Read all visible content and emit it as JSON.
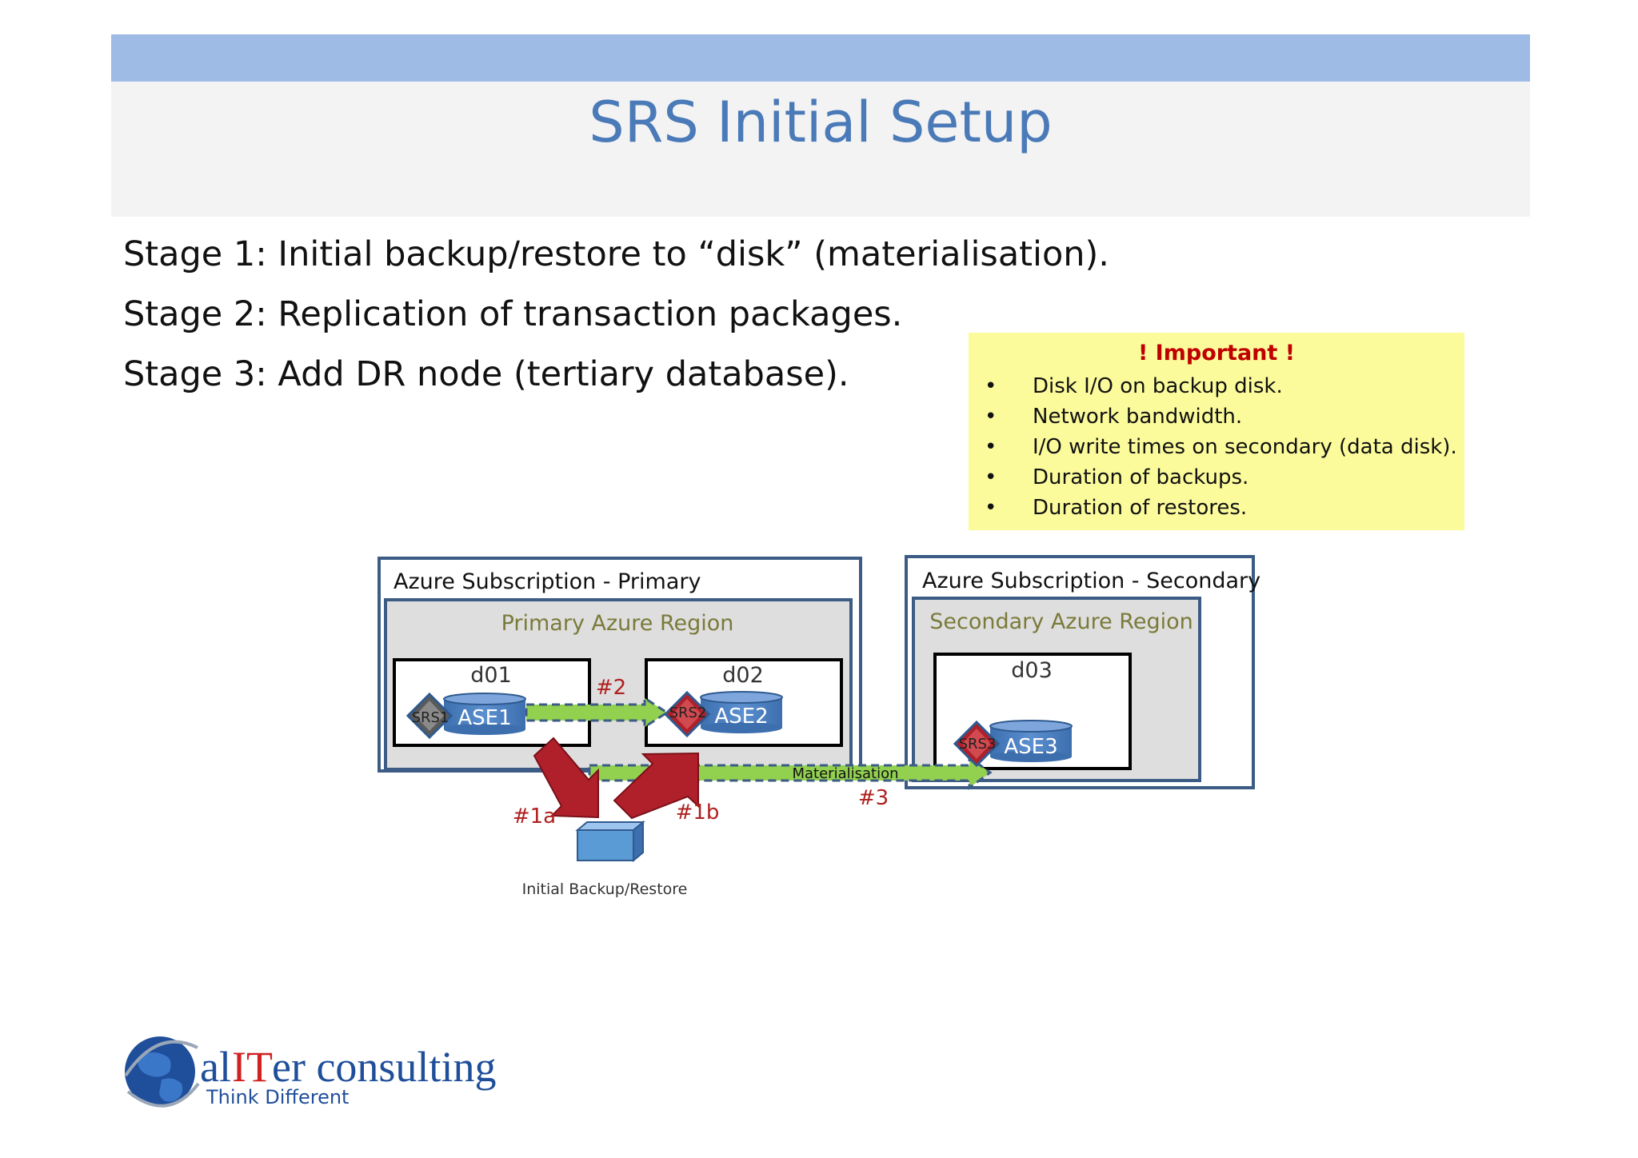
{
  "title": "SRS Initial Setup",
  "stages": [
    "Stage 1: Initial backup/restore to “disk” (materialisation).",
    "Stage 2: Replication of transaction packages.",
    "Stage 3: Add DR node (tertiary database)."
  ],
  "important": {
    "heading": "! Important !",
    "bullet": "•",
    "items": [
      "Disk I/O on backup disk.",
      "Network bandwidth.",
      "I/O write times on secondary (data disk).",
      "Duration of backups.",
      "Duration of restores."
    ]
  },
  "diagram": {
    "primary_subscription": "Azure Subscription - Primary",
    "primary_region": "Primary Azure Region",
    "secondary_subscription": "Azure Subscription - Secondary",
    "secondary_region": "Secondary Azure Region",
    "hosts": [
      "d01",
      "d02",
      "d03"
    ],
    "databases": [
      "ASE1",
      "ASE2",
      "ASE3"
    ],
    "srs_nodes": [
      "SRS1",
      "SRS2",
      "SRS3"
    ],
    "step_labels": {
      "s2": "#2",
      "s1a": "#1a",
      "s1b": "#1b",
      "s3": "#3"
    },
    "materialisation_label": "Materialisation",
    "backup_label": "Initial Backup/Restore"
  },
  "logo": {
    "prefix": "al",
    "highlight": "IT",
    "suffix": "er consulting",
    "tagline": "Think Different"
  },
  "colors": {
    "header_band": "#9dbbe5",
    "title": "#4a7ab8",
    "important_bg": "#fbfb9b",
    "important_heading": "#c00000",
    "region_box_border": "#3c5c85",
    "region_fill": "#dedede",
    "db_blue": "#4f81bd",
    "green_arrow": "#92d050",
    "red_arrow": "#b0202a",
    "step_label": "#b02020",
    "region_label": "#7a7a3a",
    "logo_blue": "#1f4e9a",
    "logo_red": "#d02020"
  }
}
